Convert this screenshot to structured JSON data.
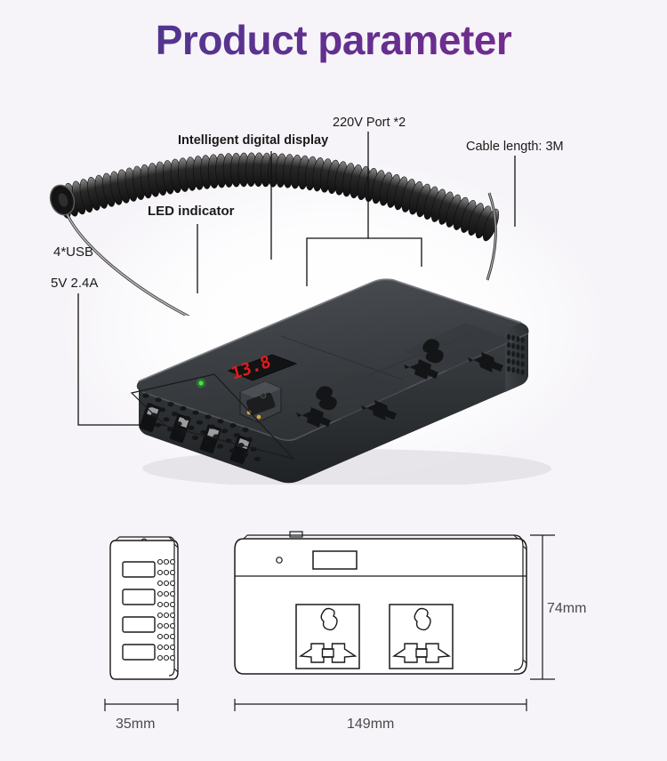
{
  "header": {
    "title": "Product parameter",
    "gradient_from": "#453a8c",
    "gradient_to": "#7e2b8d"
  },
  "background_color": "#f6f4f8",
  "annotations": [
    {
      "id": "intelligent-digital-display",
      "label": "Intelligent digital display",
      "bold": true
    },
    {
      "id": "220v-port",
      "label": "220V Port *2",
      "bold": false
    },
    {
      "id": "cable-length",
      "label": "Cable length: 3M",
      "bold": false
    },
    {
      "id": "led-indicator",
      "label": "LED indicator",
      "bold": true
    },
    {
      "id": "usb-count",
      "label": "4*USB",
      "bold": false
    },
    {
      "id": "usb-output",
      "label": "5V 2.4A",
      "bold": false
    }
  ],
  "product": {
    "display_value": "13.8",
    "display_color": "#e01b1b",
    "led_color": "#2ee02e",
    "body_color": "#2f3134",
    "usb_ports": 4,
    "socket_ports": 2
  },
  "dimensions": {
    "width_label": "149mm",
    "depth_label": "35mm",
    "height_label": "74mm",
    "units": "mm",
    "line_color": "#2a2a2a",
    "text_color": "#4a4a4a"
  },
  "drawings": {
    "side_view": {
      "name": "usb-side-view",
      "usb_slots": 4,
      "vent_columns": 3,
      "vent_rows": 10
    },
    "top_view": {
      "name": "front-face-view",
      "sockets": 2,
      "has_led_dot": true,
      "has_display_window": true
    }
  }
}
